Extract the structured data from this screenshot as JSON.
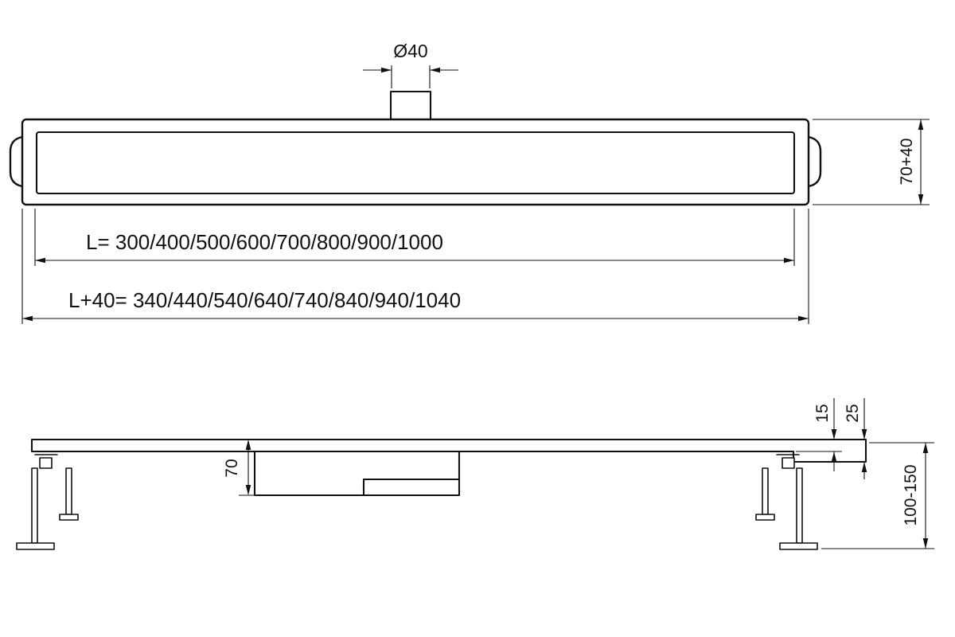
{
  "drawing": {
    "background_color": "#ffffff",
    "line_color": "#111111",
    "top_view": {
      "pipe_diameter_label": "Ø40",
      "height_label": "70+40",
      "length_label": "L= 300/400/500/600/700/800/900/1000",
      "total_length_label": "L+40= 340/440/540/640/740/840/940/1040"
    },
    "side_view": {
      "channel_depth_label": "70",
      "flange_height_label": "15",
      "edge_height_label": "25",
      "leg_height_label": "100-150"
    }
  }
}
